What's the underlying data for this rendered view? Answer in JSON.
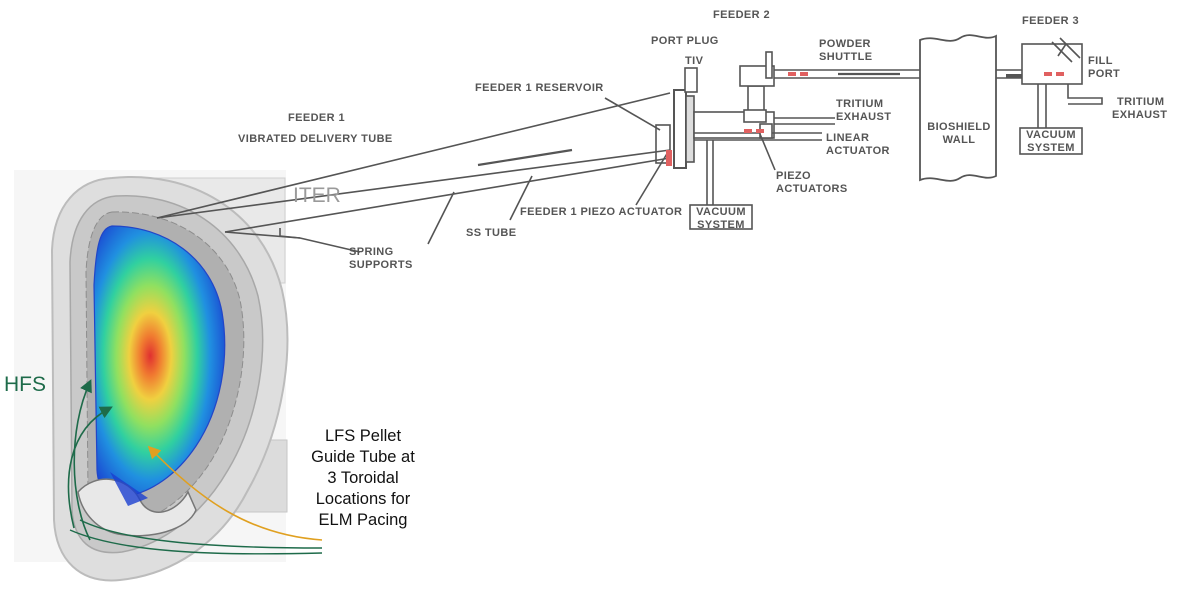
{
  "labels": {
    "feeder_2": "FEEDER 2",
    "feeder_3": "FEEDER 3",
    "port_plug": "PORT PLUG",
    "tiv": "TIV",
    "powder_shuttle": [
      "POWDER",
      "SHUTTLE"
    ],
    "fill_port": [
      "FILL",
      "PORT"
    ],
    "tritium_exhaust_right": [
      "TRITIUM",
      "EXHAUST"
    ],
    "feeder_1_reservoir": "FEEDER 1 RESERVOIR",
    "tritium_exhaust_mid": [
      "TRITIUM",
      "EXHAUST"
    ],
    "linear_actuator": [
      "LINEAR",
      "ACTUATOR"
    ],
    "bioshield_wall": [
      "BIOSHIELD",
      "WALL"
    ],
    "vacuum_system_right": [
      "VACUUM",
      "SYSTEM"
    ],
    "feeder_1": "FEEDER 1",
    "vibrated_delivery_tube": "VIBRATED DELIVERY TUBE",
    "piezo_actuators": [
      "PIEZO",
      "ACTUATORS"
    ],
    "iter": "ITER",
    "feeder_1_piezo_actuator": "FEEDER 1 PIEZO ACTUATOR",
    "vacuum_system_mid": [
      "VACUUM",
      "SYSTEM"
    ],
    "ss_tube": "SS TUBE",
    "spring_supports": [
      "SPRING",
      "SUPPORTS"
    ],
    "hfs": "HFS",
    "lfs_note": [
      "LFS Pellet",
      "Guide Tube at",
      "3 Toroidal",
      "Locations for",
      "ELM Pacing"
    ]
  },
  "colors": {
    "line": "#555555",
    "hfs_arrow": "#1e6b4a",
    "lfs_arrow": "#e0a020",
    "marker": "#e06060"
  }
}
